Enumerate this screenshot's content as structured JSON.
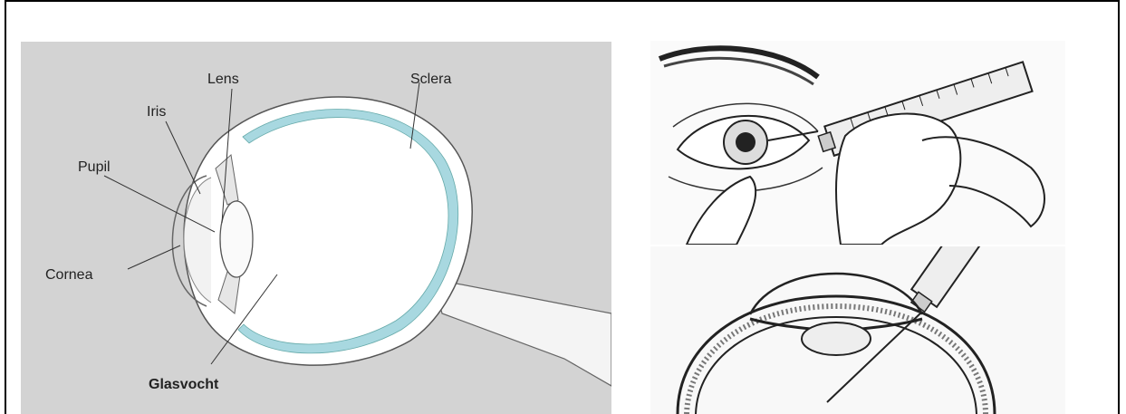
{
  "anatomy": {
    "labels": {
      "lens": "Lens",
      "sclera": "Sclera",
      "iris": "Iris",
      "pupil": "Pupil",
      "cornea": "Cornea",
      "vitreous": "Glasvocht"
    },
    "colors": {
      "background": "#d3d3d3",
      "sclera_layer": "#a8d8e0",
      "eyeball": "#ffffff",
      "outline": "#555555"
    }
  },
  "illustrations": {
    "top": "syringe-injection-into-eye-icon",
    "bottom": "intravitreal-injection-cross-section-icon"
  }
}
